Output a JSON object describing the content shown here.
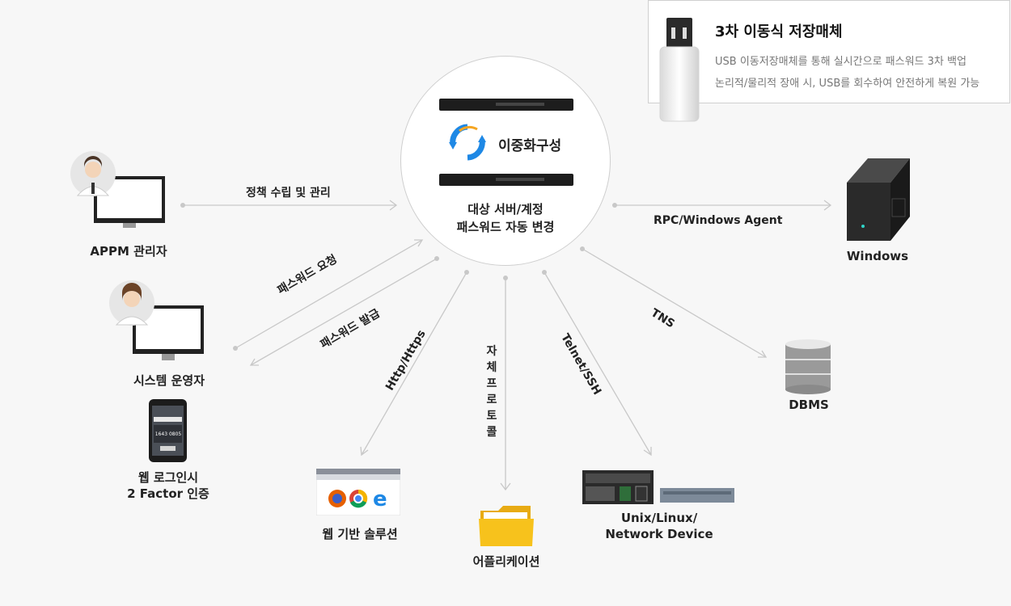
{
  "usb": {
    "title": "3차 이동식 저장매체",
    "line1": "USB 이동저장매체를 통해 실시간으로 패스워드 3차 백업",
    "line2": "논리적/물리적 장애 시, USB를 회수하여 안전하게 복원 가능"
  },
  "center": {
    "redundancy_label": "이중화구성",
    "line1": "대상 서버/계정",
    "line2": "패스워드 자동 변경"
  },
  "nodes": {
    "appm_admin": "APPM 관리자",
    "system_operator": "시스템 운영자",
    "web_login_line1": "웹 로그인시",
    "web_login_line2": "2 Factor 인증",
    "web_solution": "웹 기반 솔루션",
    "application": "어플리케이션",
    "unix_line1": "Unix/Linux/",
    "unix_line2": "Network Device",
    "dbms": "DBMS",
    "windows": "Windows",
    "phone_number": "1643 0805"
  },
  "connections": {
    "policy": "정책 수립 및 관리",
    "pw_request": "패스워드 요청",
    "pw_issue": "패스워드 발급",
    "http": "Http/Https",
    "own_protocol": "자체 프로토콜",
    "telnet": "Telnet/SSH",
    "tns": "TNS",
    "rpc": "RPC/Windows Agent"
  },
  "colors": {
    "line": "#c8c8c8",
    "folder": "#f7c21c",
    "sync_blue": "#1e88e5",
    "sync_orange": "#f5a623"
  }
}
